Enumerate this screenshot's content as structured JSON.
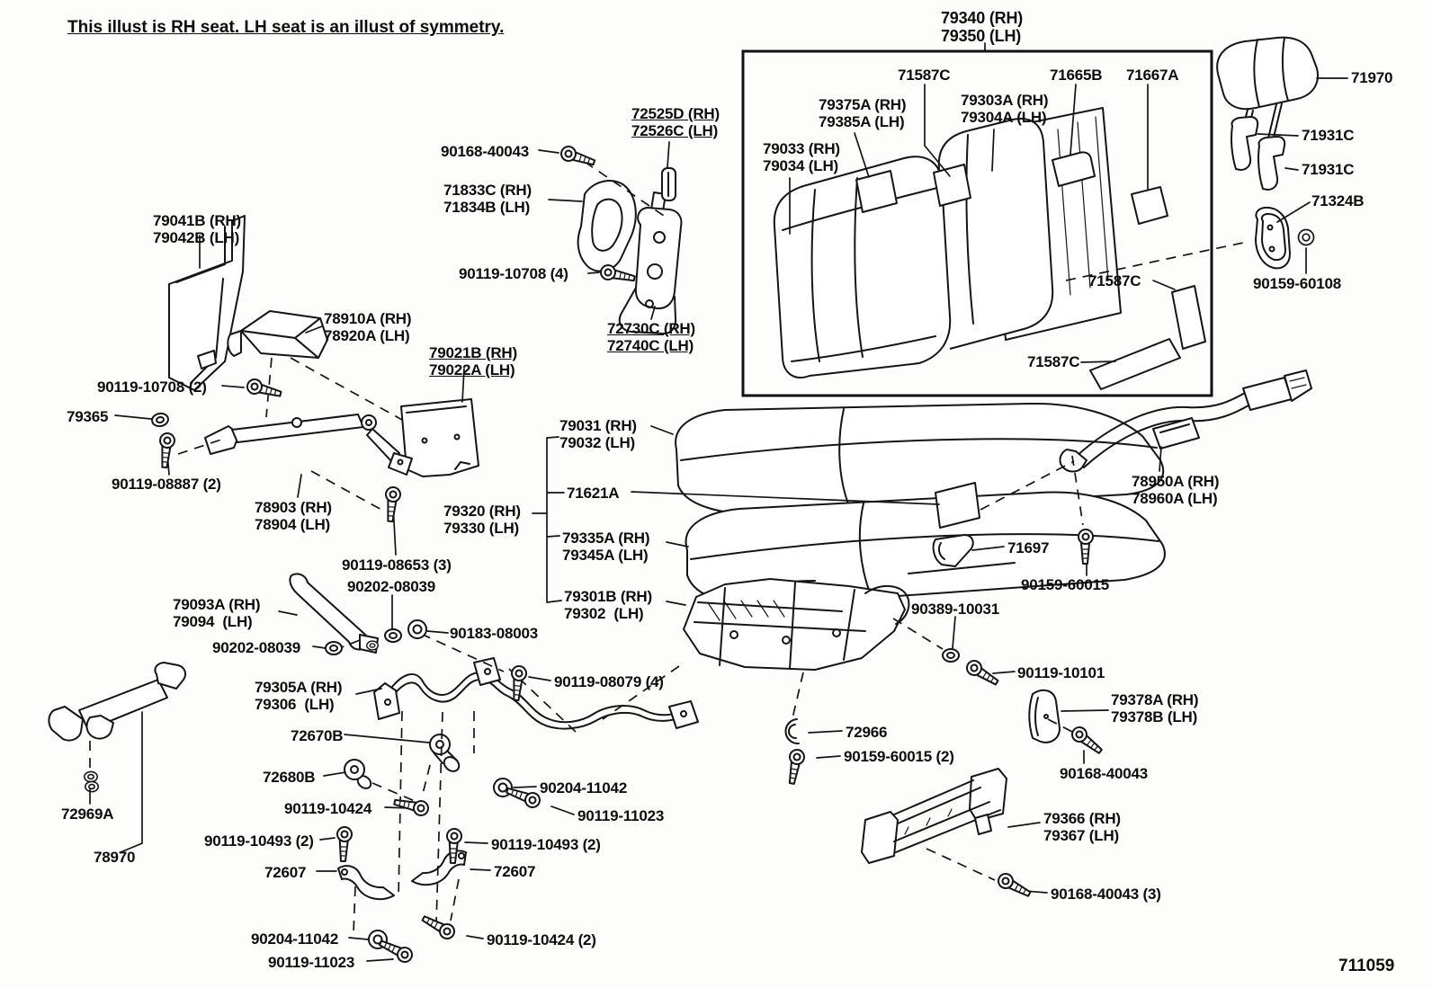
{
  "colors": {
    "ink": "#151515",
    "paper": "#fdfdfb"
  },
  "note": "This illust is RH seat. LH seat is an illust of symmetry.",
  "drawing_number": "711059",
  "parts": {
    "p79340": {
      "l1": "79340 (RH)",
      "l2": "79350 (LH)"
    },
    "p71587c": {
      "l1": "71587C"
    },
    "p71665b": {
      "l1": "71665B"
    },
    "p71667a": {
      "l1": "71667A"
    },
    "p79375a": {
      "l1": "79375A (RH)",
      "l2": "79385A (LH)"
    },
    "p79303a": {
      "l1": "79303A (RH)",
      "l2": "79304A (LH)"
    },
    "p79033": {
      "l1": "79033 (RH)",
      "l2": "79034 (LH)"
    },
    "p71970": {
      "l1": "71970"
    },
    "p71931c": {
      "l1": "71931C"
    },
    "p71324b": {
      "l1": "71324B"
    },
    "p90159_60108": {
      "l1": "90159-60108"
    },
    "p72525d": {
      "l1": "72525D (RH)",
      "l2": "72526C (LH)"
    },
    "p90168_40043": {
      "l1": "90168-40043"
    },
    "p71833c": {
      "l1": "71833C (RH)",
      "l2": "71834B (LH)"
    },
    "p90119_10708_4": {
      "l1": "90119-10708 (4)"
    },
    "p72730c": {
      "l1": "72730C (RH)",
      "l2": "72740C (LH)"
    },
    "p79041b": {
      "l1": "79041B (RH)",
      "l2": "79042B (LH)"
    },
    "p78910a": {
      "l1": "78910A (RH)",
      "l2": "78920A (LH)"
    },
    "p79021b": {
      "l1": "79021B (RH)",
      "l2": "79022A (LH)"
    },
    "p90119_10708_2": {
      "l1": "90119-10708 (2)"
    },
    "p79365": {
      "l1": "79365"
    },
    "p90119_08887": {
      "l1": "90119-08887 (2)"
    },
    "p78903": {
      "l1": "78903 (RH)",
      "l2": "78904 (LH)"
    },
    "p90119_08653": {
      "l1": "90119-08653 (3)"
    },
    "p90202_08039": {
      "l1": "90202-08039"
    },
    "p90183_08003": {
      "l1": "90183-08003"
    },
    "p79093a": {
      "l1": "79093A (RH)",
      "l2": "79094  (LH)"
    },
    "p79305a": {
      "l1": "79305A (RH)",
      "l2": "79306  (LH)"
    },
    "p90119_08079": {
      "l1": "90119-08079 (4)"
    },
    "p72670b": {
      "l1": "72670B"
    },
    "p72680b": {
      "l1": "72680B"
    },
    "p90204_11042": {
      "l1": "90204-11042"
    },
    "p90119_10424": {
      "l1": "90119-10424"
    },
    "p90119_10424_2": {
      "l1": "90119-10424 (2)"
    },
    "p90119_11023": {
      "l1": "90119-11023"
    },
    "p90119_10493": {
      "l1": "90119-10493 (2)"
    },
    "p72607": {
      "l1": "72607"
    },
    "p72969a": {
      "l1": "72969A"
    },
    "p78970": {
      "l1": "78970"
    },
    "p79031": {
      "l1": "79031 (RH)",
      "l2": "79032 (LH)"
    },
    "p71621a": {
      "l1": "71621A"
    },
    "p79320": {
      "l1": "79320 (RH)",
      "l2": "79330 (LH)"
    },
    "p79335a": {
      "l1": "79335A (RH)",
      "l2": "79345A (LH)"
    },
    "p79301b": {
      "l1": "79301B (RH)",
      "l2": "79302  (LH)"
    },
    "p78950a": {
      "l1": "78950A (RH)",
      "l2": "78960A (LH)"
    },
    "p71697": {
      "l1": "71697"
    },
    "p90159_60015": {
      "l1": "90159-60015"
    },
    "p90159_60015_2": {
      "l1": "90159-60015 (2)"
    },
    "p90389_10031": {
      "l1": "90389-10031"
    },
    "p90119_10101": {
      "l1": "90119-10101"
    },
    "p79378a": {
      "l1": "79378A (RH)",
      "l2": "79378B (LH)"
    },
    "p72966": {
      "l1": "72966"
    },
    "p90168_40043_3": {
      "l1": "90168-40043 (3)"
    },
    "p79366": {
      "l1": "79366 (RH)",
      "l2": "79367 (LH)"
    }
  }
}
